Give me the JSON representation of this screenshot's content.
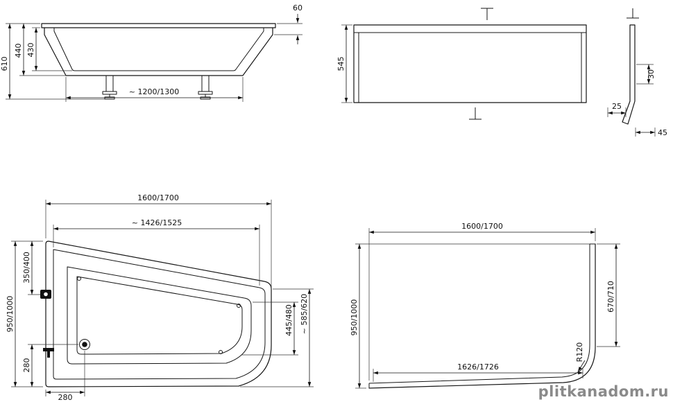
{
  "watermark": "plitkanadom.ru",
  "views": {
    "side": {
      "rim_edge_height": "60",
      "overall_height": "610",
      "shell_height": "440",
      "inner_depth": "430",
      "base_length": "~ 1200/1300"
    },
    "front_panel": {
      "height": "545"
    },
    "profile": {
      "flange_width": "30",
      "foot_offset": "25",
      "base_width": "45"
    },
    "plan_left": {
      "overall_length": "1600/1700",
      "inner_length": "~ 1426/1525",
      "head_end_offset": "350/400",
      "overall_width": "950/1000",
      "drain_from_bottom": "280",
      "drain_from_left": "280",
      "foot_end_outer": "~ 585/620",
      "foot_end_inner": "445/480"
    },
    "plan_right": {
      "overall_length": "1600/1700",
      "overall_width": "950/1000",
      "end_panel_length": "670/710",
      "front_panel_length": "1626/1726",
      "corner_radius": "R120"
    }
  }
}
